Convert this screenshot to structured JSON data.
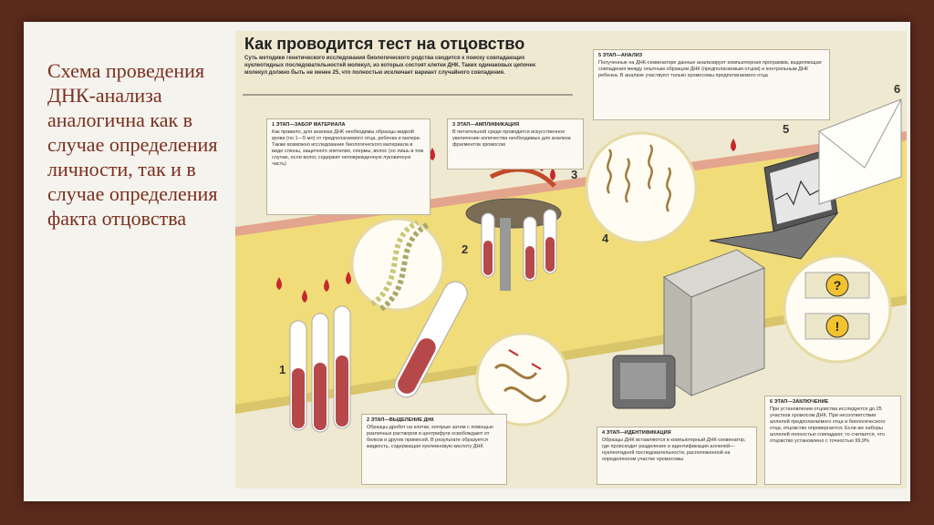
{
  "slide": {
    "caption": "Схема проведения ДНК-анализа аналогична как в случае определения личности, так и в случае определения факта отцовства"
  },
  "infographic": {
    "title": "Как проводится тест на отцовство",
    "subtitle": "Суть методики генетического исследования биологического родства сводится к поиску совпадающих нуклеотидных последовательностей молекул, из которых состоят клетки ДНК. Таких одинаковых цепочек молекул должно быть не менее 25, что полностью исключает вариант случайного совпадения.",
    "step_numbers": [
      "1",
      "2",
      "3",
      "4",
      "5",
      "6"
    ],
    "steps": [
      {
        "title": "1 ЭТАП—ЗАБОР МАТЕРИАЛА",
        "text": "Как правило, для анализа ДНК необходимы образцы жидкой крови (по 1—5 мл) от предполагаемого отца, ребенка и матери. Также возможно исследование биологического материала в виде слюны, защечного эпителия, спермы, волос (но лишь в том случае, если волос содержит неповрежденную луковичную часть)"
      },
      {
        "title": "2 ЭТАП—ВЫДЕЛЕНИЕ ДНК",
        "text": "Образцы дробят на клетки, которые затем с помощью различных растворов и центрифуги освобождают от белков и других примесей. В результате образуется жидкость, содержащая нуклеиновую кислоту ДНК"
      },
      {
        "title": "3 ЭТАП—АМПЛИФИКАЦИЯ",
        "text": "В питательной среде проводится искусственное увеличение количества необходимых для анализа фрагментов хромосом"
      },
      {
        "title": "4 ЭТАП—ИДЕНТИФИКАЦИЯ",
        "text": "Образцы ДНК вставляются в компьютерный ДНК-секвенатор, где происходит разделение и идентификация аллелей—нуклеотидной последовательности, расположенной на определенном участке хромосомы"
      },
      {
        "title": "5 ЭТАП—АНАЛИЗ",
        "text": "Полученные на ДНК-секвенаторе данные анализирует компьютерная программа, выделяющая совпадения между опытным образцом ДНК (предполагаемым отцом) и контрольным ДНК ребенка. В анализе участвуют только хромосомы предполагаемого отца"
      },
      {
        "title": "6 ЭТАП—ЗАКЛЮЧЕНИЕ",
        "text": "При установлении отцовства исследуется до 25 участков хромосом ДНК. При несоответствии аллелей предполагаемого отца и биологического отца, отцовство опровергается. Если же наборы аллелей полностью совпадают, то считается, что отцовство установлено с точностью 99,9%"
      }
    ],
    "verdict_symbols": [
      "?",
      "!"
    ]
  }
}
